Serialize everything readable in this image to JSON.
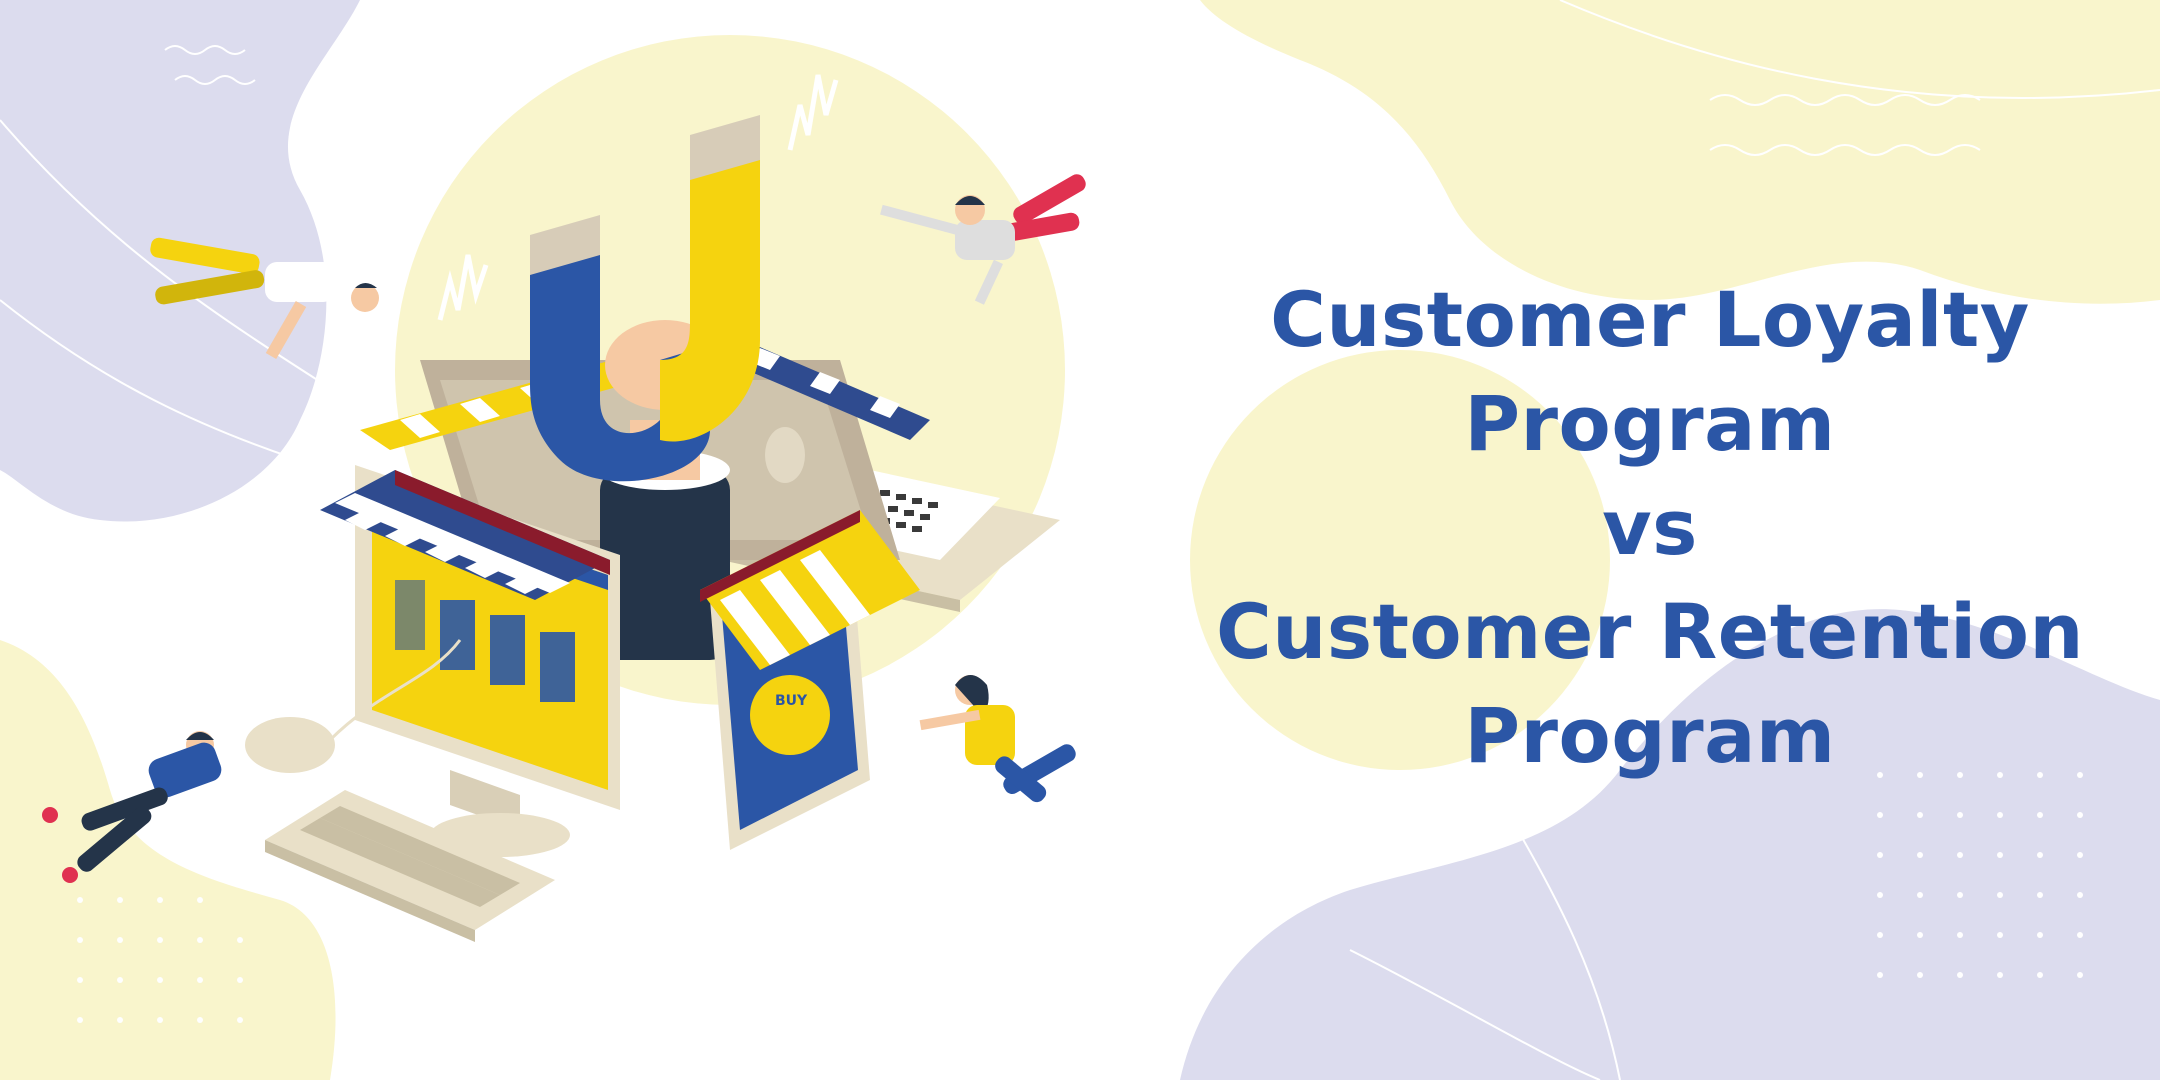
{
  "title": {
    "line1": "Customer Loyalty",
    "line2": "Program",
    "line3": "vs",
    "line4": "Customer Retention",
    "line5": "Program"
  },
  "illustration": {
    "sign_text": "BUY"
  },
  "colors": {
    "title": "#2b56a6",
    "lavender_blob": "#dcdcee",
    "yellow_blob": "#f9f5cc",
    "magnet_blue": "#2b56a6",
    "magnet_yellow": "#f5d30f",
    "awning_stripe": "#2f4b8f"
  }
}
